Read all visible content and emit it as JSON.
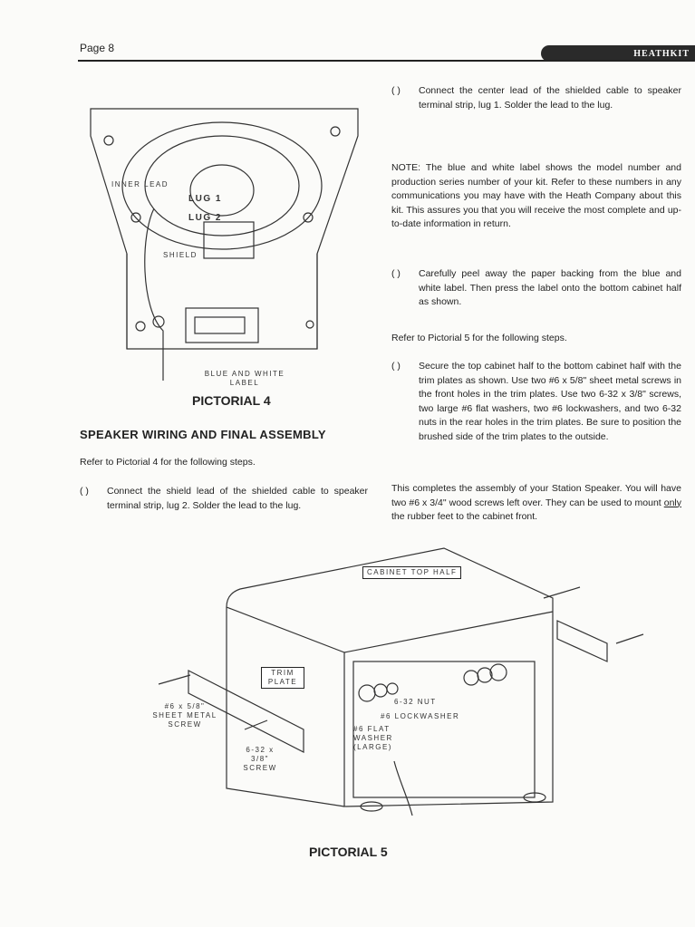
{
  "header": {
    "page": "Page 8",
    "logo": "HEATHKIT"
  },
  "pictorial4": {
    "caption": "PICTORIAL 4",
    "labels": {
      "inner_lead": "INNER LEAD",
      "lug1": "LUG 1",
      "lug2": "LUG 2",
      "shield": "SHIELD",
      "blue_white_label": "BLUE AND WHITE LABEL"
    }
  },
  "left": {
    "heading": "SPEAKER WIRING AND FINAL ASSEMBLY",
    "refer": "Refer to Pictorial 4 for the following steps.",
    "step1": {
      "check": "(  )",
      "text": "Connect the shield lead of the shielded cable to speaker terminal strip, lug 2. Solder the lead to the lug."
    }
  },
  "right": {
    "step1": {
      "check": "(  )",
      "text": "Connect the center lead of the shielded cable to speaker terminal strip, lug 1. Solder the lead to the lug."
    },
    "note": "NOTE: The blue and white label shows the model number and production series number of your kit. Refer to these numbers in any communications you may have with the Heath Company about this kit. This assures you that you will receive the most complete and up-to-date information in return.",
    "step2": {
      "check": "(  )",
      "text": "Carefully peel away the paper backing from the blue and white label. Then press the label onto the bottom cabinet half as shown."
    },
    "refer": "Refer to Pictorial 5 for the following steps.",
    "step3": {
      "check": "(  )",
      "text": "Secure the top cabinet half to the bottom cabinet half with the trim plates as shown. Use two #6 x 5/8\" sheet metal screws in the front holes in the trim plates. Use two 6-32 x 3/8\" screws, two large #6 flat washers, two #6 lockwashers, and two 6-32 nuts in the rear holes in the trim plates. Be sure to position the brushed side of the trim plates to the outside."
    },
    "closing_a": "This completes the assembly of your Station Speaker. You will have two #6 x 3/4\" wood screws left over. They can be used to mount ",
    "closing_only": "only",
    "closing_b": " the rubber feet to the cabinet front."
  },
  "pictorial5": {
    "caption": "PICTORIAL 5",
    "labels": {
      "cabinet_top": "CABINET TOP HALF",
      "trim_plate": "TRIM PLATE",
      "sheet_screw": "#6 x 5/8\" SHEET METAL SCREW",
      "screw632": "6-32 x 3/8\" SCREW",
      "nut": "6-32 NUT",
      "lockwasher": "#6 LOCKWASHER",
      "flat_washer": "#6 FLAT WASHER (LARGE)"
    }
  }
}
